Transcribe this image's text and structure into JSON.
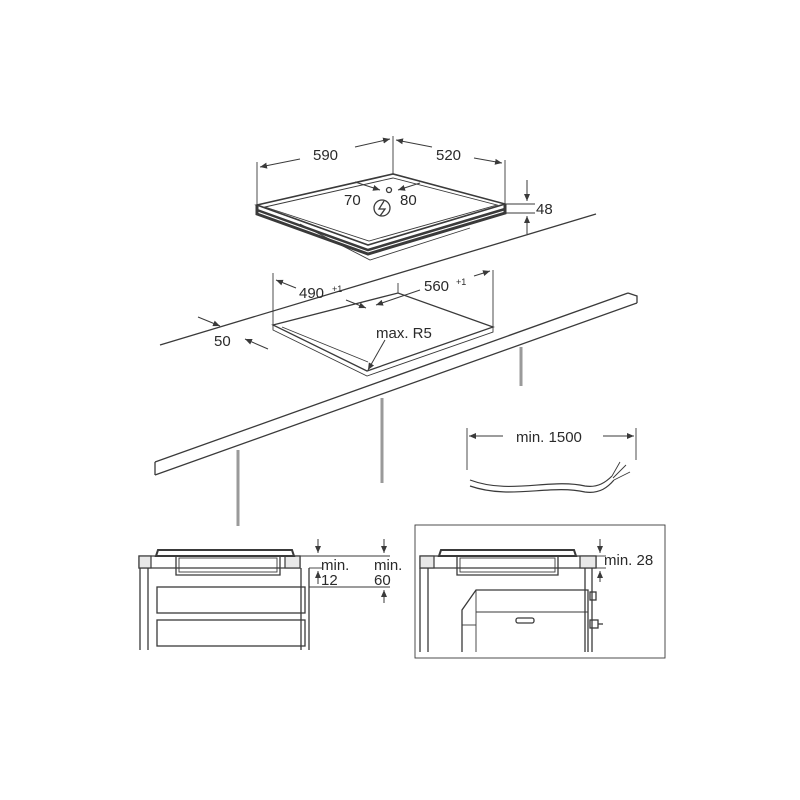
{
  "hob": {
    "width": "590",
    "depth": "520",
    "height": "48",
    "connection_left": "70",
    "connection_right": "80"
  },
  "cutout": {
    "width": "490",
    "width_tol": "+1",
    "depth": "560",
    "depth_tol": "+1",
    "front_edge": "50",
    "corner_radius": "max. R5"
  },
  "cable": {
    "length": "min. 1500"
  },
  "side_view_drawers": {
    "gap_top": "min.",
    "gap_top_value": "12",
    "gap_bottom": "min.",
    "gap_bottom_value": "60"
  },
  "side_view_oven": {
    "clearance": "min. 28"
  },
  "icons": [
    "electrical-symbol-icon"
  ]
}
